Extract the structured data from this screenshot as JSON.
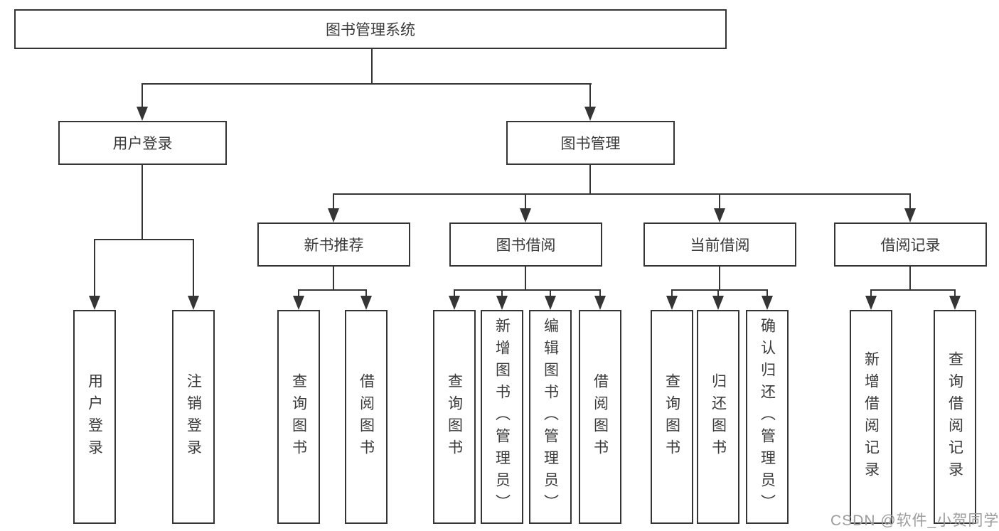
{
  "diagram": {
    "root": "图书管理系统",
    "level2": {
      "user_login": "用户登录",
      "book_mgmt": "图书管理"
    },
    "level3": {
      "new_books": "新书推荐",
      "book_borrow": "图书借阅",
      "current_borrow": "当前借阅",
      "borrow_records": "借阅记录"
    },
    "leaves": {
      "user_login": {
        "login": "用户登录",
        "logout": "注销登录"
      },
      "new_books": {
        "query": "查询图书",
        "borrow": "借阅图书"
      },
      "book_borrow": {
        "query": "查询图书",
        "add": "新增图书（管理员）",
        "edit": "编辑图书（管理员）",
        "borrow": "借阅图书"
      },
      "current_borrow": {
        "query": "查询图书",
        "return": "归还图书",
        "confirm": "确认归还（管理员）"
      },
      "borrow_records": {
        "add": "新增借阅记录",
        "query": "查询借阅记录"
      }
    },
    "line_color": "#353535"
  },
  "watermark": {
    "text": "CSDN @软件_小贺同学",
    "color": "#9c9c9c"
  }
}
